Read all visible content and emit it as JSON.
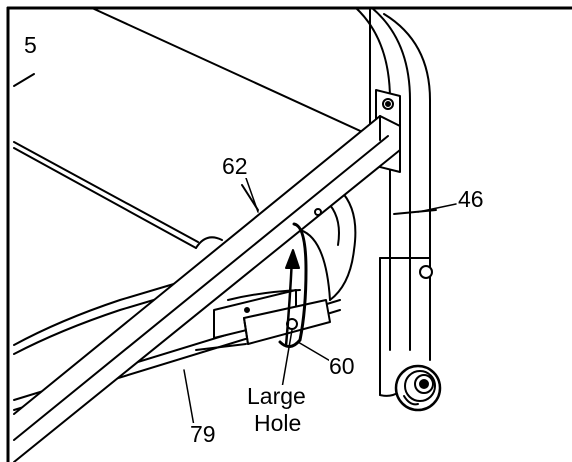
{
  "labels": {
    "step": "5",
    "part_62": "62",
    "part_46": "46",
    "part_60": "60",
    "part_79": "79",
    "large": "Large",
    "hole": "Hole"
  },
  "colors": {
    "line": "#000000",
    "background": "#ffffff",
    "frame": "#000000"
  }
}
